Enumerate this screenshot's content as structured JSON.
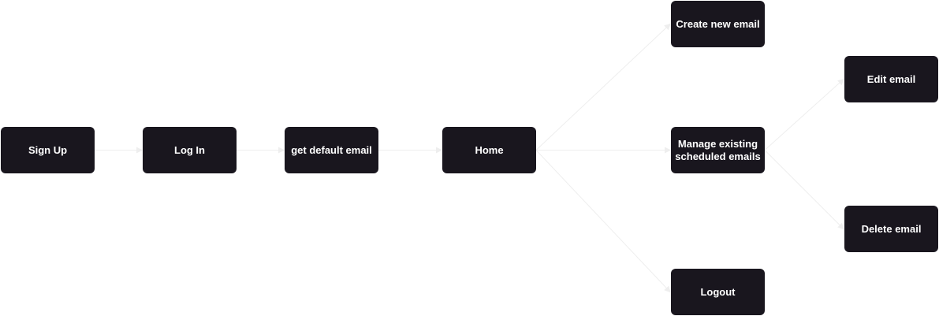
{
  "nodes": {
    "sign_up": "Sign Up",
    "log_in": "Log In",
    "get_default_email": "get default email",
    "home": "Home",
    "create_new_email": "Create new email",
    "manage_existing": "Manage existing\nscheduled emails",
    "logout": "Logout",
    "edit_email": "Edit email",
    "delete_email": "Delete email"
  },
  "edges": [
    {
      "from": "sign_up",
      "to": "log_in"
    },
    {
      "from": "log_in",
      "to": "get_default_email"
    },
    {
      "from": "get_default_email",
      "to": "home"
    },
    {
      "from": "home",
      "to": "create_new_email"
    },
    {
      "from": "home",
      "to": "manage_existing"
    },
    {
      "from": "home",
      "to": "logout"
    },
    {
      "from": "manage_existing",
      "to": "edit_email"
    },
    {
      "from": "manage_existing",
      "to": "delete_email"
    }
  ],
  "colors": {
    "node_fill": "#19161e",
    "node_text": "#ffffff",
    "edge": "#eeeeee"
  }
}
